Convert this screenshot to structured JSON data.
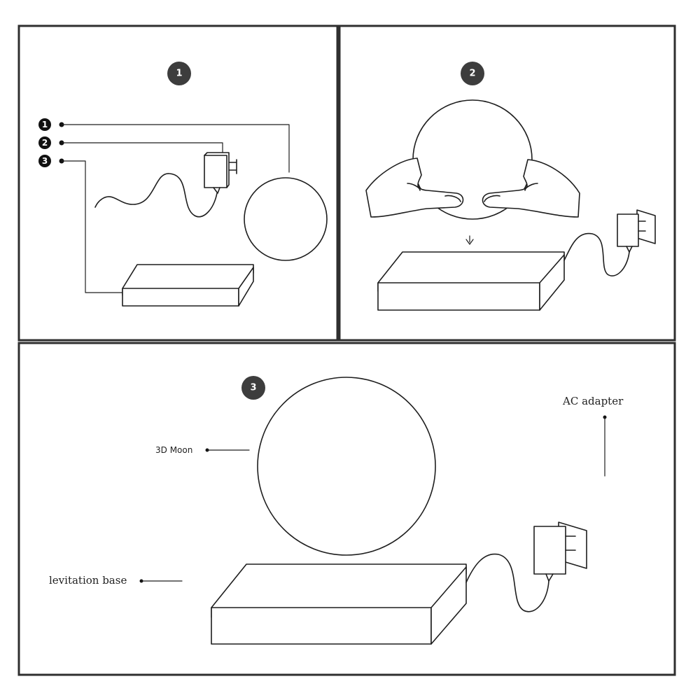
{
  "steps": {
    "step1": "1",
    "step2": "2",
    "step3": "3"
  },
  "legend": {
    "n1": "1",
    "n2": "2",
    "n3": "3"
  },
  "labels": {
    "moon": "3D  Moon",
    "base": "levitation base",
    "adapter": "AC adapter"
  },
  "colors": {
    "badge": "#3d3d3d",
    "line": "#1e1e1e",
    "frame": "#2f2f2f"
  }
}
